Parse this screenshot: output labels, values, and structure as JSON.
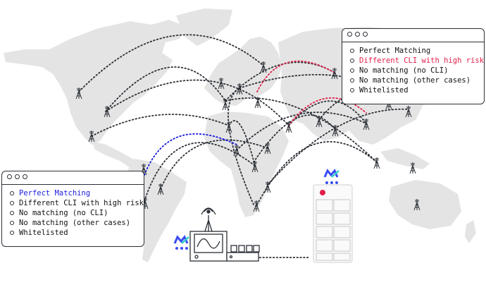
{
  "panel_right": {
    "items": [
      {
        "label": "Perfect Matching",
        "color": "#111111"
      },
      {
        "label": "Different CLI with high risk",
        "color": "#e0204a"
      },
      {
        "label": "No matching (no CLI)",
        "color": "#111111"
      },
      {
        "label": "No matching (other cases)",
        "color": "#111111"
      },
      {
        "label": "Whitelisted",
        "color": "#111111"
      }
    ]
  },
  "panel_left": {
    "items": [
      {
        "label": "Perfect Matching",
        "color": "#1a1ae0"
      },
      {
        "label": "Different CLI with high risk",
        "color": "#111111"
      },
      {
        "label": "No matching (no CLI)",
        "color": "#111111"
      },
      {
        "label": "No matching (other cases)",
        "color": "#111111"
      },
      {
        "label": "Whitelisted",
        "color": "#111111"
      }
    ]
  },
  "colors": {
    "map": "#e4e4e4",
    "route": "#2b2f36",
    "route_high_risk": "#e0204a",
    "route_perfect_match": "#1a1ae0",
    "logo_blue": "#3a4cf0",
    "logo_teal": "#2fd0c8"
  },
  "icons": {
    "tower": "cell-tower-icon",
    "logo": "brand-logo-icon",
    "phone": "smartphone-icon",
    "operator": "operator-equipment-icon"
  }
}
